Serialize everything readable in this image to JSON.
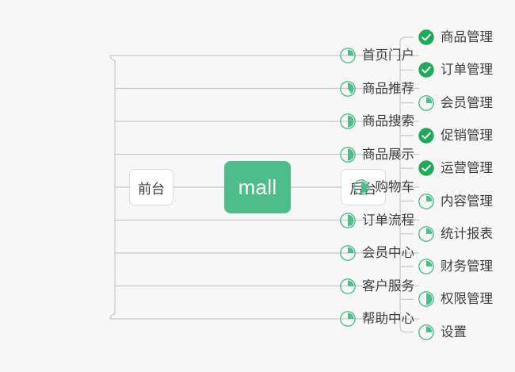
{
  "diagram": {
    "type": "mindmap",
    "background_color": "#f7f7f7",
    "accent_color": "#4dbe8a",
    "check_color": "#21a95a",
    "ring_color": "#4dbe8a",
    "line_color": "#c9c9c9",
    "root": {
      "label": "mall"
    },
    "branches": [
      {
        "id": "front",
        "label": "前台",
        "side": "left"
      },
      {
        "id": "back",
        "label": "后台",
        "side": "right"
      }
    ],
    "left_items": [
      {
        "label": "首页门户",
        "icon": "pie-progress-icon",
        "progress": 25
      },
      {
        "label": "商品推荐",
        "icon": "pie-progress-icon",
        "progress": 40
      },
      {
        "label": "商品搜索",
        "icon": "pie-progress-icon",
        "progress": 50
      },
      {
        "label": "商品展示",
        "icon": "pie-progress-icon",
        "progress": 50
      },
      {
        "label": "购物车",
        "icon": "pie-progress-icon",
        "progress": 50
      },
      {
        "label": "订单流程",
        "icon": "pie-progress-icon",
        "progress": 50
      },
      {
        "label": "会员中心",
        "icon": "pie-progress-icon",
        "progress": 25
      },
      {
        "label": "客户服务",
        "icon": "pie-progress-icon",
        "progress": 25
      },
      {
        "label": "帮助中心",
        "icon": "pie-progress-icon",
        "progress": 25
      }
    ],
    "right_items": [
      {
        "label": "商品管理",
        "icon": "check-circle-icon",
        "progress": 100
      },
      {
        "label": "订单管理",
        "icon": "check-circle-icon",
        "progress": 100
      },
      {
        "label": "会员管理",
        "icon": "pie-progress-icon",
        "progress": 25
      },
      {
        "label": "促销管理",
        "icon": "check-circle-icon",
        "progress": 100
      },
      {
        "label": "运营管理",
        "icon": "check-circle-icon",
        "progress": 100
      },
      {
        "label": "内容管理",
        "icon": "pie-progress-icon",
        "progress": 25
      },
      {
        "label": "统计报表",
        "icon": "pie-progress-icon",
        "progress": 25
      },
      {
        "label": "财务管理",
        "icon": "pie-progress-icon",
        "progress": 25
      },
      {
        "label": "权限管理",
        "icon": "pie-progress-icon",
        "progress": 50
      },
      {
        "label": "设置",
        "icon": "pie-progress-icon",
        "progress": 25
      }
    ]
  }
}
